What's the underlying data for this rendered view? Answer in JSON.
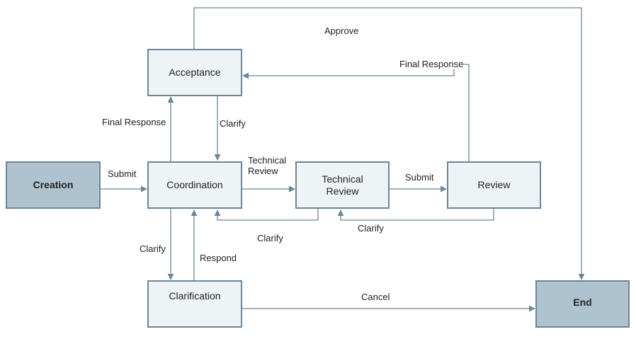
{
  "nodes": {
    "creation": "Creation",
    "coordination": "Coordination",
    "acceptance": "Acceptance",
    "technical_review": "Technical Review",
    "review": "Review",
    "clarification": "Clarification",
    "end": "End"
  },
  "edges": {
    "approve": "Approve",
    "final_response_review": "Final Response",
    "final_response_coord": "Final Response",
    "clarify_accept": "Clarify",
    "submit_creation": "Submit",
    "technical_review": "Technical\nReview",
    "submit_review": "Submit",
    "clarify_tech": "Clarify",
    "clarify_review": "Clarify",
    "clarify_coord": "Clarify",
    "respond": "Respond",
    "cancel": "Cancel"
  },
  "colors": {
    "line": "#6b8797",
    "node_fill": "#eef3f6",
    "terminal_fill": "#aec3cf"
  }
}
